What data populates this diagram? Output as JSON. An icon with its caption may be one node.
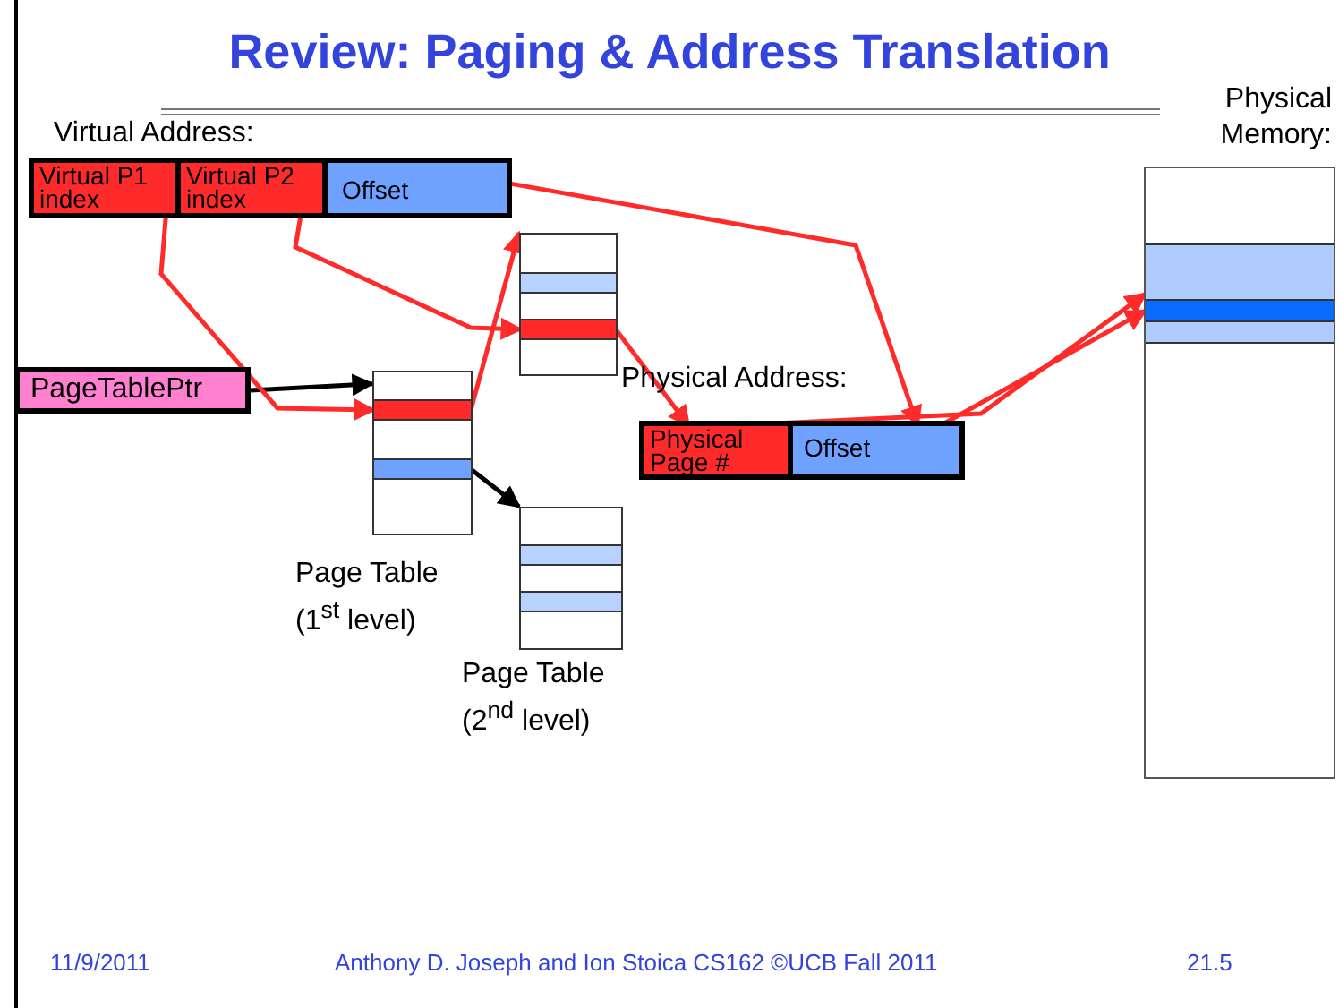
{
  "diagram": {
    "title": "Review: Paging & Address Translation",
    "nodes": [
      {
        "text": [
          "Virtual Address:"
        ]
      },
      {
        "text": [
          "Virtual P1 index"
        ],
        "in": 0
      },
      {
        "text": [
          "Virtual P2 index"
        ],
        "in": 0
      },
      {
        "text": [
          "Offset"
        ],
        "in": 0
      },
      {
        "text": [
          "PageTablePtr"
        ]
      },
      {
        "text": [
          "Page Table (1$^{st}$ level)"
        ]
      },
      {
        "text": [],
        "shape": "bar",
        "in": 5
      },
      {
        "text": [],
        "shape": "bar",
        "in": 5
      },
      {
        "text": [],
        "shape": "box"
      },
      {
        "text": [],
        "shape": "bar",
        "in": 8
      },
      {
        "text": [],
        "shape": "bar",
        "in": 8
      },
      {
        "text": [
          "Page Table (2$^{nd}$ level)"
        ]
      },
      {
        "text": [],
        "shape": "bar",
        "in": 11
      },
      {
        "text": [],
        "shape": "bar",
        "in": 11
      },
      {
        "text": [
          "Physical Address:"
        ]
      },
      {
        "text": [
          "Physical Page #"
        ],
        "in": 14
      },
      {
        "text": [
          "Offset"
        ],
        "in": 14
      },
      {
        "text": [
          "Physical Memory:"
        ]
      },
      {
        "text": [],
        "shape": "bar",
        "in": 17
      },
      {
        "text": [],
        "shape": "bar",
        "in": 18
      }
    ],
    "edges": [
      {
        "from": 4,
        "to": 5,
        "arrow": "to",
        "color": "#000000"
      },
      {
        "from": 1,
        "to": 6,
        "arrow": "to"
      },
      {
        "from": 6,
        "to": 8,
        "arrow": "to"
      },
      {
        "from": 2,
        "to": 10,
        "arrow": "to"
      },
      {
        "from": 10,
        "to": 15,
        "arrow": "to"
      },
      {
        "from": 3,
        "to": 16,
        "arrow": "to"
      },
      {
        "from": 15,
        "to": 18,
        "arrow": "to"
      },
      {
        "from": 16,
        "to": 19,
        "arrow": "to"
      },
      {
        "from": 7,
        "to": 11,
        "arrow": "to",
        "color": "#000000"
      }
    ],
    "labels": [
      "11/9/2011",
      "Anthony D. Joseph and Ion Stoica CS162 ©UCB Fall 2011",
      "21.5"
    ]
  }
}
